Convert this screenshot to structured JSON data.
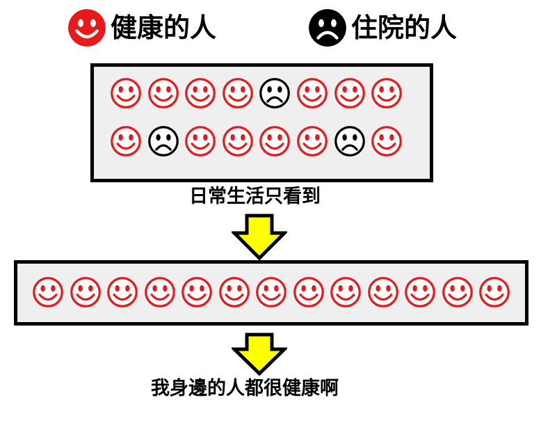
{
  "legend": {
    "healthy_label": "健康的人",
    "hospitalized_label": "住院的人"
  },
  "colors": {
    "healthy": "#e8191b",
    "hospitalized": "#000000",
    "arrow_fill": "#ffff00",
    "box_fill": "#efefef"
  },
  "daily_life": {
    "rows": [
      [
        "happy",
        "happy",
        "happy",
        "happy",
        "sad",
        "happy",
        "happy",
        "happy"
      ],
      [
        "happy",
        "sad",
        "happy",
        "happy",
        "happy",
        "happy",
        "sad",
        "happy"
      ]
    ],
    "caption": "日常生活只看到"
  },
  "perceived": {
    "faces": [
      "happy",
      "happy",
      "happy",
      "happy",
      "happy",
      "happy",
      "happy",
      "happy",
      "happy",
      "happy",
      "happy",
      "happy",
      "happy"
    ],
    "caption": "我身邊的人都很健康啊"
  }
}
